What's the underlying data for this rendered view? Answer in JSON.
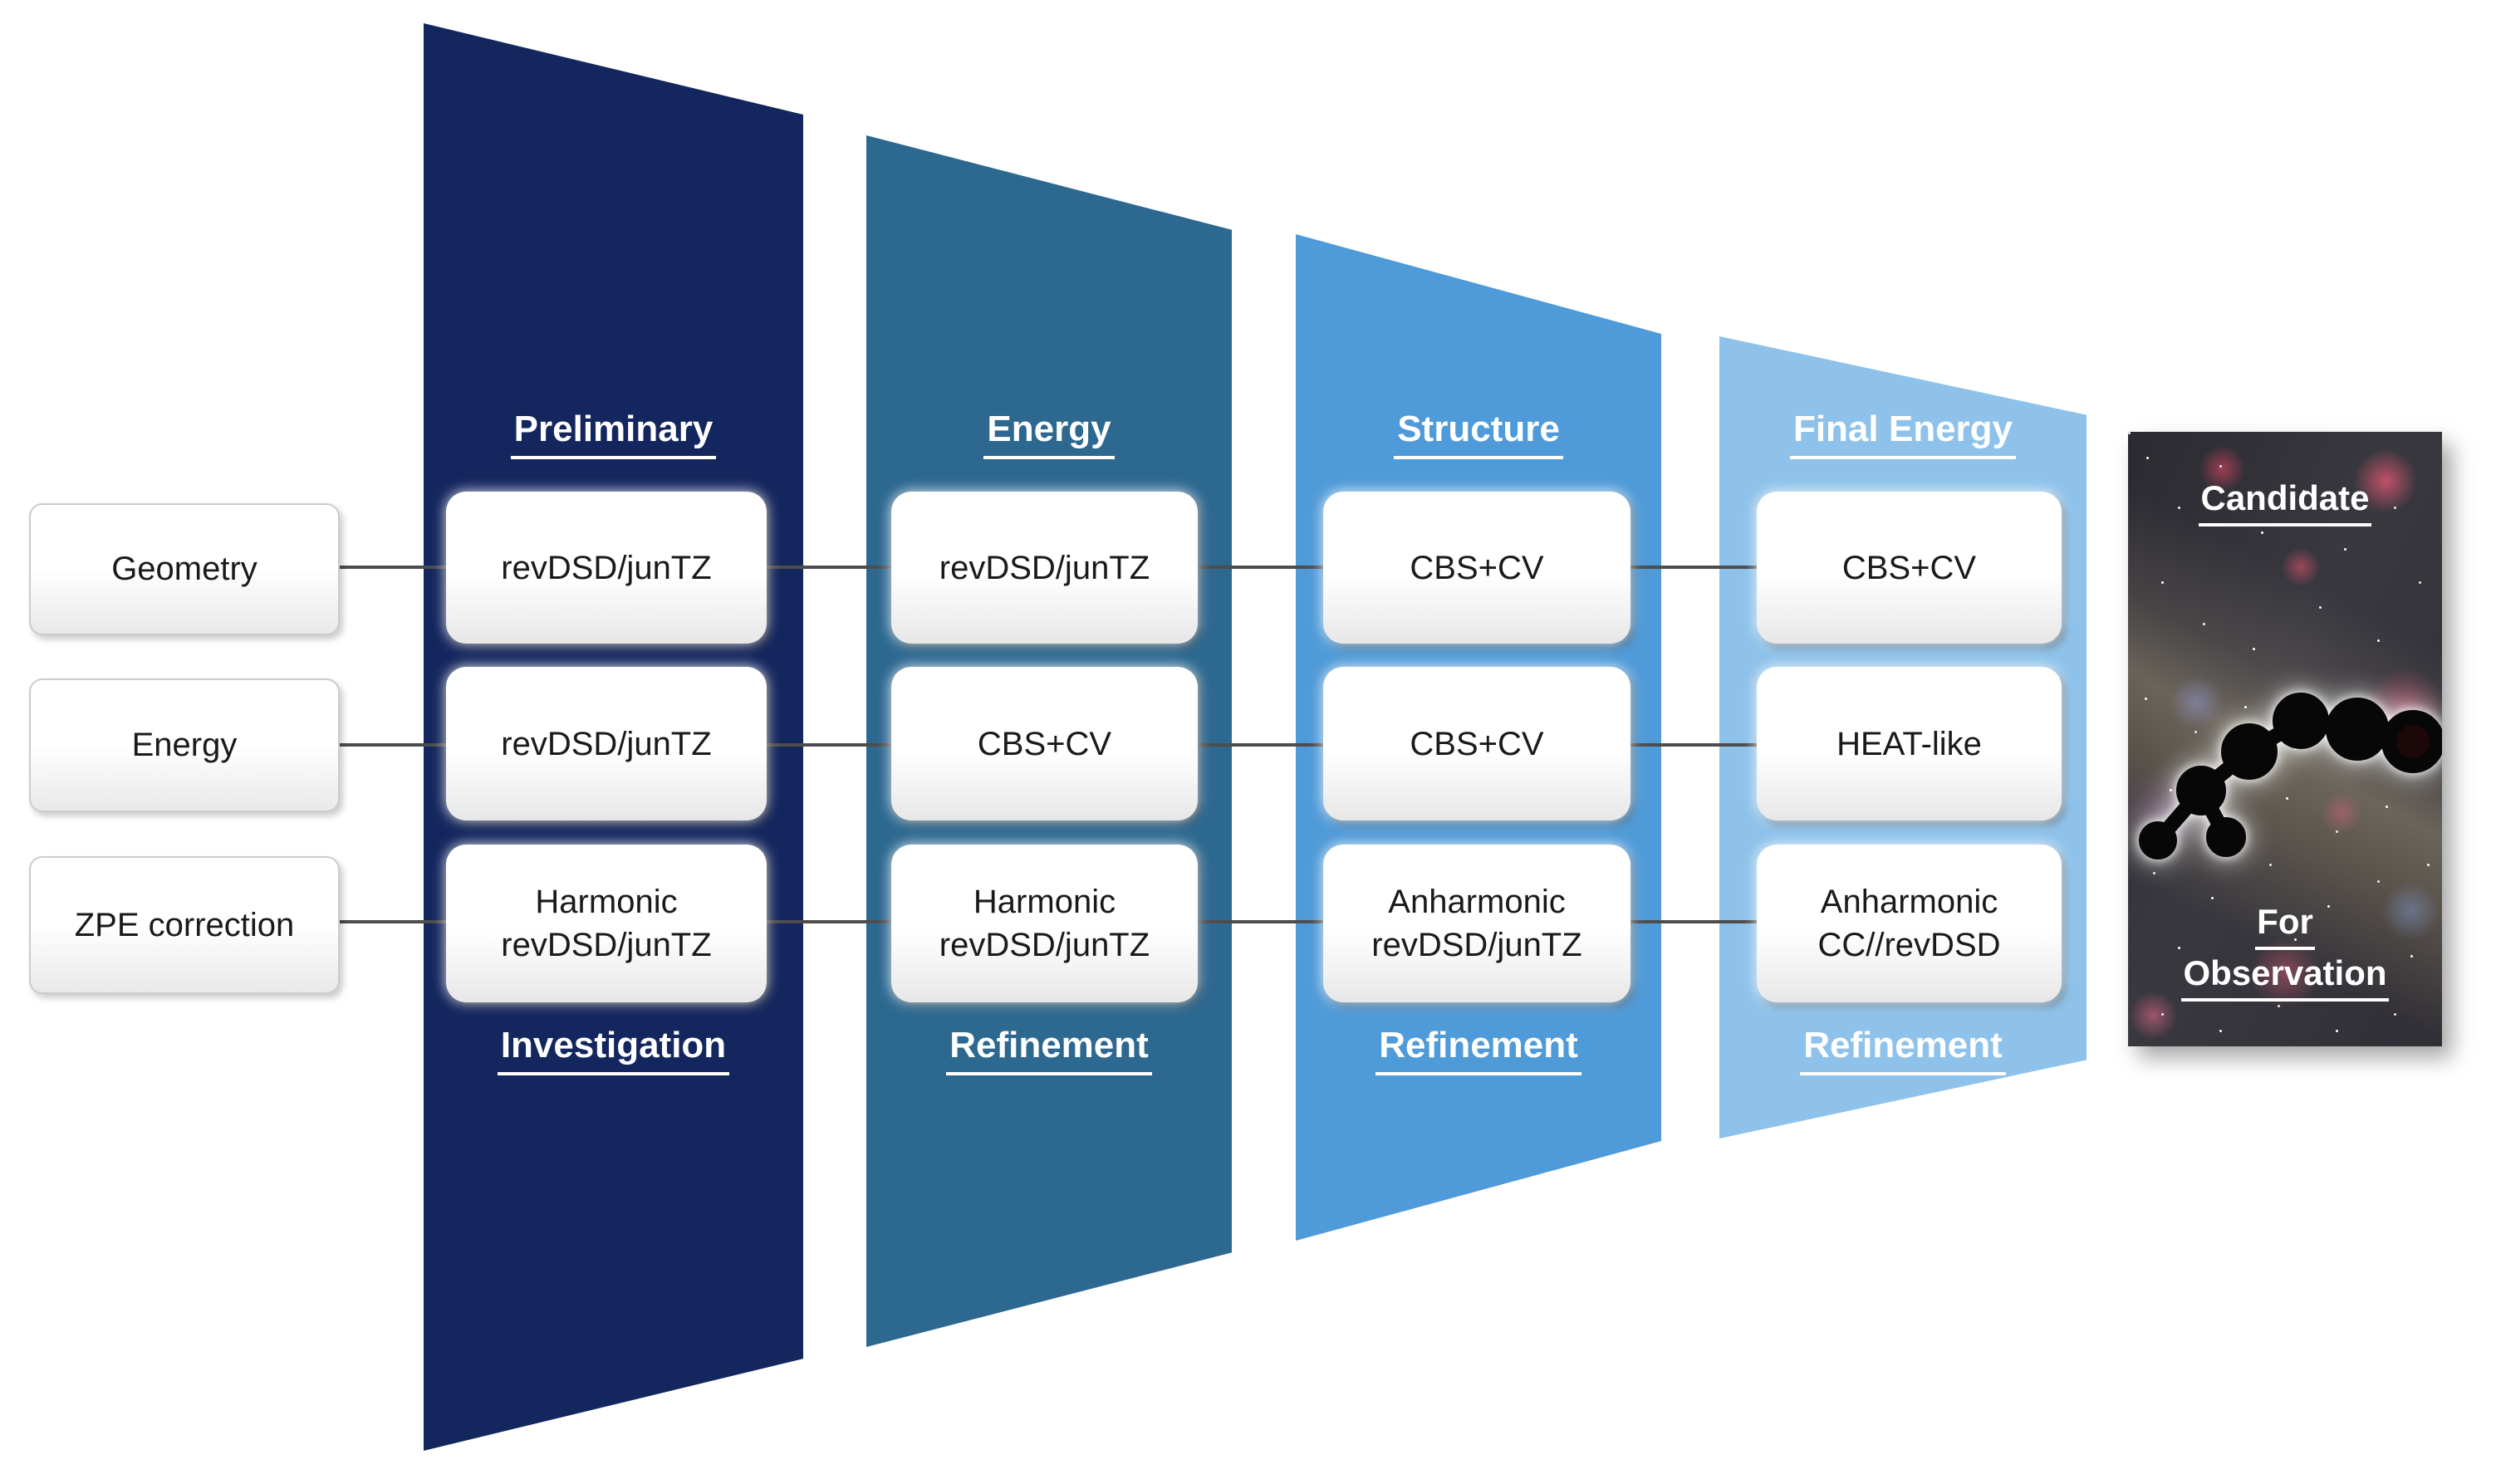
{
  "inputs": [
    {
      "label": "Geometry"
    },
    {
      "label": "Energy"
    },
    {
      "label": "ZPE correction"
    }
  ],
  "stages": [
    {
      "header": "Preliminary",
      "footer": "Investigation",
      "color": "#14265e",
      "boxes": [
        {
          "line1": "revDSD/junTZ",
          "line2": ""
        },
        {
          "line1": "revDSD/junTZ",
          "line2": ""
        },
        {
          "line1": "Harmonic",
          "line2": "revDSD/junTZ"
        }
      ]
    },
    {
      "header": "Energy",
      "footer": "Refinement",
      "color": "#2d6890",
      "boxes": [
        {
          "line1": "revDSD/junTZ",
          "line2": ""
        },
        {
          "line1": "CBS+CV",
          "line2": ""
        },
        {
          "line1": "Harmonic",
          "line2": "revDSD/junTZ"
        }
      ]
    },
    {
      "header": "Structure",
      "footer": "Refinement",
      "color": "#4f9ad8",
      "boxes": [
        {
          "line1": "CBS+CV",
          "line2": ""
        },
        {
          "line1": "CBS+CV",
          "line2": ""
        },
        {
          "line1": "Anharmonic",
          "line2": "revDSD/junTZ"
        }
      ]
    },
    {
      "header": "Final Energy",
      "footer": "Refinement",
      "color": "#8ec2ea",
      "boxes": [
        {
          "line1": "CBS+CV",
          "line2": ""
        },
        {
          "line1": "HEAT-like",
          "line2": ""
        },
        {
          "line1": "Anharmonic",
          "line2": "CC//revDSD"
        }
      ]
    }
  ],
  "target": {
    "top_label": "Candidate",
    "bottom_label_line1": "For",
    "bottom_label_line2": "Observation"
  },
  "colors": {
    "stage1_panel": "#14265e",
    "stage2_panel": "#2d6890",
    "stage3_panel": "#4f9ad8",
    "stage4_panel": "#8ec2ea",
    "connector_line": "#4d4d4d",
    "title_text": "#ffffff",
    "box_text": "#1a1a1a"
  }
}
